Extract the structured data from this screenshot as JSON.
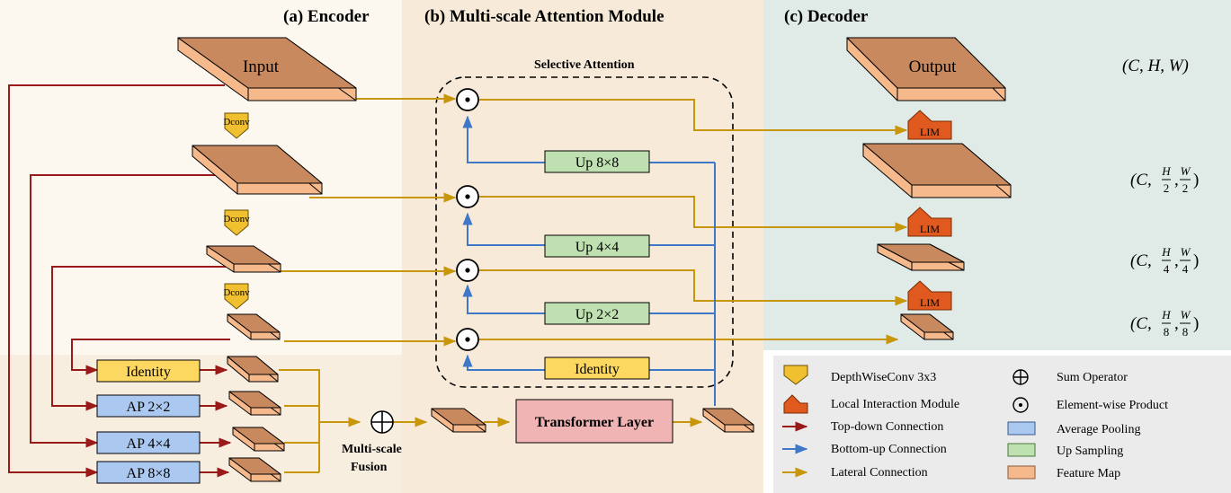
{
  "sections": {
    "encoder": "(a) Encoder",
    "attention": "(b) Multi-scale Attention Module",
    "decoder": "(c) Decoder"
  },
  "selective_attention": "Selective Attention",
  "input_label": "Input",
  "output_label": "Output",
  "dconv": [
    "Dconv",
    "Dconv",
    "Dconv"
  ],
  "lim": [
    "LIM",
    "LIM",
    "LIM"
  ],
  "up_blocks": [
    "Up 8×8",
    "Up 4×4",
    "Up 2×2",
    "Identity"
  ],
  "pool_blocks": [
    "Identity",
    "AP 2×2",
    "AP 4×4",
    "AP 8×8"
  ],
  "fusion": [
    "Multi-scale",
    "Fusion"
  ],
  "transformer": "Transformer Layer",
  "dims": {
    "d0": "(C, H, W)",
    "d1": {
      "pre": "(C, ",
      "h": "H",
      "h_den": "2",
      "w": "W",
      "w_den": "2"
    },
    "d2": {
      "pre": "(C, ",
      "h": "H",
      "h_den": "4",
      "w": "W",
      "w_den": "4"
    },
    "d3": {
      "pre": "(C, ",
      "h": "H",
      "h_den": "8",
      "w": "W",
      "w_den": "8"
    },
    "comma": ",",
    "close": ")"
  },
  "legend": {
    "items": [
      "DepthWiseConv 3x3",
      "Local  Interaction Module",
      "Top-down Connection",
      "Bottom-up Connection",
      "Lateral Connection",
      "Sum Operator",
      "Element-wise Product",
      "Average Pooling",
      "Up Sampling",
      "Feature Map"
    ]
  },
  "colors": {
    "encoder_bg": "#fcf8f0",
    "encoder_bottom_bg": "#f8eee0",
    "attention_bg": "#f7ead8",
    "decoder_bg": "#e0eae6",
    "legend_bg": "#ebebeb",
    "map_top": "#c8895e",
    "map_side": "#f5b98c",
    "top_down": "#9a1a1a",
    "bottom_up": "#3f78c8",
    "lateral": "#c8960a",
    "dconv": "#f0c030",
    "lim": "#e05a20",
    "avg_pool": "#aac8f0",
    "up_sampling": "#bfe0b0",
    "identity": "#fcd860",
    "transformer": "#f0b4b4"
  }
}
